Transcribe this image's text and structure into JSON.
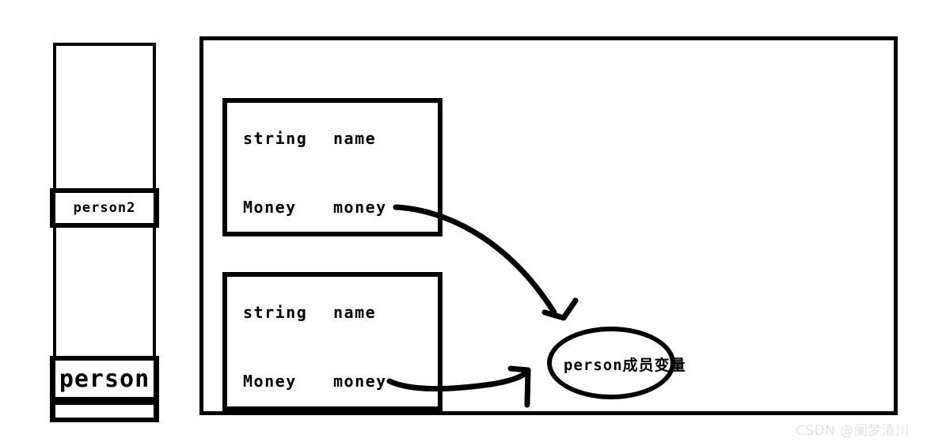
{
  "diagram": {
    "title": "java-object-reference-memory-diagram",
    "colors": {
      "stroke": "#000000",
      "background": "#ffffff",
      "watermark": "#e3e3e3"
    },
    "stack": {
      "cells": [
        {
          "label": "person2"
        },
        {
          "label": "person"
        }
      ]
    },
    "heap": {
      "objects": [
        {
          "fields": [
            {
              "type": "string",
              "name": "name"
            },
            {
              "type": "Money",
              "name": "money"
            }
          ]
        },
        {
          "fields": [
            {
              "type": "string",
              "name": "name"
            },
            {
              "type": "Money",
              "name": "money"
            }
          ]
        }
      ]
    },
    "annotation": {
      "ellipse_label": "person成员变量"
    },
    "arrows": [
      {
        "name": "arrow-object1-money-to-note"
      },
      {
        "name": "arrow-object2-money-to-note"
      }
    ]
  },
  "watermark": {
    "text": "CSDN @阑梦清川"
  }
}
